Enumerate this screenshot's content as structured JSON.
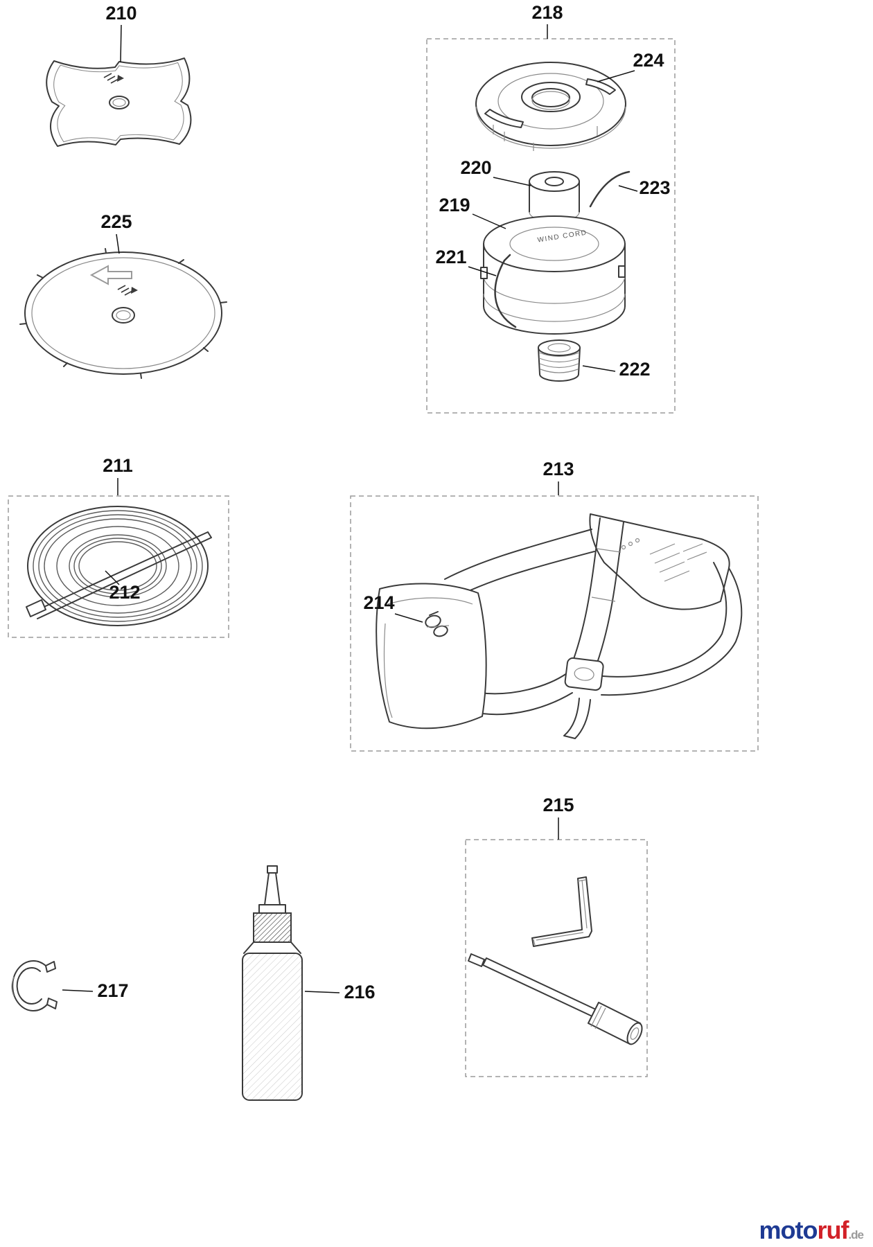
{
  "callouts": {
    "c210": "210",
    "c211": "211",
    "c212": "212",
    "c213": "213",
    "c214": "214",
    "c215": "215",
    "c216": "216",
    "c217": "217",
    "c218": "218",
    "c219": "219",
    "c220": "220",
    "c221": "221",
    "c222": "222",
    "c223": "223",
    "c224": "224",
    "c225": "225"
  },
  "head": {
    "spool_text": "WIND CORD"
  },
  "parts": [
    {
      "id": "210",
      "item": "four-tooth-brush-blade"
    },
    {
      "id": "225",
      "item": "eight-tooth-brush-blade"
    },
    {
      "id": "211",
      "item": "trimmer-line-coil"
    },
    {
      "id": "212",
      "item": "coil-strap"
    },
    {
      "id": "218",
      "item": "trimmer-head-assembly"
    },
    {
      "id": "224",
      "item": "spool-cover-cap"
    },
    {
      "id": "220",
      "item": "spool-hub"
    },
    {
      "id": "223",
      "item": "trimmer-line-end"
    },
    {
      "id": "219",
      "item": "spool-body"
    },
    {
      "id": "221",
      "item": "trimmer-line-end"
    },
    {
      "id": "222",
      "item": "threaded-retainer-nut"
    },
    {
      "id": "213",
      "item": "shoulder-harness"
    },
    {
      "id": "214",
      "item": "harness-clip"
    },
    {
      "id": "215",
      "item": "tool-kit-hex-key-and-wrench"
    },
    {
      "id": "216",
      "item": "oil-bottle"
    },
    {
      "id": "217",
      "item": "spring-clip"
    }
  ],
  "logo": {
    "moto": "moto",
    "ruf": "ruf",
    "tld": ".de"
  },
  "colors": {
    "line_art": "#3a3a3a",
    "dashed_box": "#9a9a9a",
    "logo_blue": "#1e3a93",
    "logo_red": "#d22128",
    "logo_gray": "#9a9a9a"
  }
}
